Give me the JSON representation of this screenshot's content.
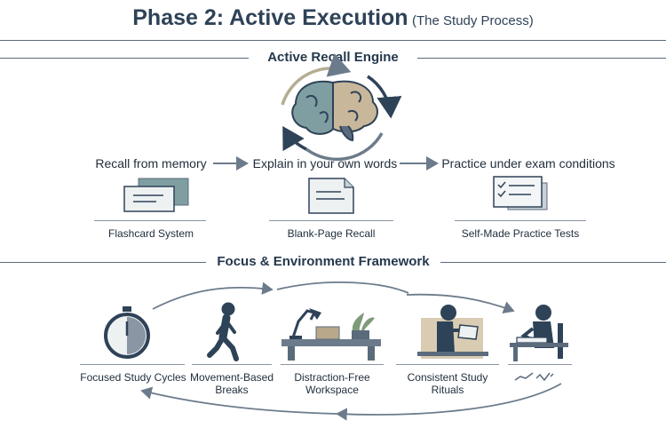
{
  "title": {
    "main": "Phase 2: Active Execution",
    "sub": "(The Study Process)"
  },
  "recall_section": {
    "heading": "Active Recall Engine",
    "steps": [
      "Recall from memory",
      "Explain in your own words",
      "Practice under exam conditions"
    ],
    "tools": [
      "Flashcard System",
      "Blank-Page Recall",
      "Self-Made Practice Tests"
    ]
  },
  "focus_section": {
    "heading": "Focus & Environment Framework",
    "habits": [
      {
        "line1": "Focused Study Cycles",
        "line2": ""
      },
      {
        "line1": "Movement-Based",
        "line2": "Breaks"
      },
      {
        "line1": "Distraction-Free",
        "line2": "Workspace"
      },
      {
        "line1": "Consistent Study",
        "line2": "Rituals"
      }
    ]
  },
  "icons": [
    "brain-icon",
    "cycle-arrows-icon",
    "flashcards-icon",
    "document-icon",
    "checklist-icon",
    "stopwatch-icon",
    "walking-person-icon",
    "desk-workspace-icon",
    "reading-person-icon",
    "studying-person-icon"
  ],
  "colors": {
    "primary": "#2e4258",
    "slate": "#5b6b7c",
    "accent": "#7f9ea2",
    "sand": "#d9ccb2",
    "green": "#7f9a78"
  }
}
